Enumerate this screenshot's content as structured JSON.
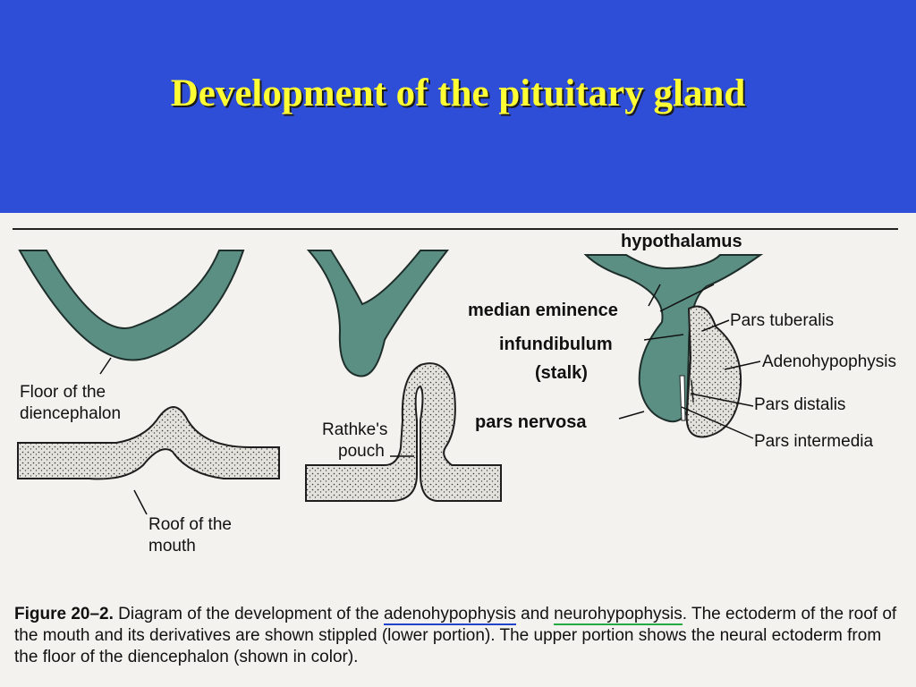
{
  "title": "Development of the pituitary gland",
  "labels": {
    "floor_line1": "Floor of the",
    "floor_line2": "diencephalon",
    "roof_line1": "Roof of the",
    "roof_line2": "mouth",
    "rathke_line1": "Rathke's",
    "rathke_line2": "pouch",
    "hypothalamus": "hypothalamus",
    "median_eminence": "median eminence",
    "infundibulum": "infundibulum",
    "stalk": "(stalk)",
    "pars_nervosa": "pars nervosa",
    "pars_tuberalis": "Pars tuberalis",
    "adenohypophysis": "Adenohypophysis",
    "pars_distalis": "Pars distalis",
    "pars_intermedia": "Pars intermedia"
  },
  "caption": {
    "figure_number": "Figure 20–2.",
    "text1": "Diagram of the development of the",
    "term1": "adenohypophysis",
    "text2": "and",
    "term2": "neurohypophysis",
    "text3": ". The ectoderm of the roof of the mouth and its derivatives are shown stippled (lower portion). The upper portion shows the neural ectoderm from the floor of the diencephalon (shown in color)."
  },
  "colors": {
    "header_bg": "#2f4ed8",
    "title_text": "#ffff33",
    "neural_ectoderm": "#5b8f83",
    "oral_ectoderm": "#dedcd6"
  }
}
